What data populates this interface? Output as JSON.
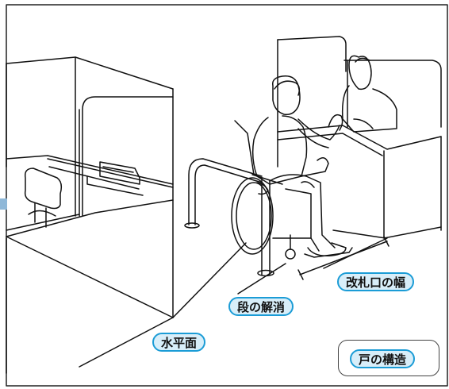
{
  "labels": {
    "horizontal_surface": "水平面",
    "step_removal": "段の解消",
    "gate_width": "改札口の幅",
    "door_structure": "戸の構造"
  },
  "colors": {
    "label_border": "#1b9cd6",
    "label_fill": "#d8eef9",
    "line": "#111111",
    "edge_marker": "#8fb8d8"
  }
}
